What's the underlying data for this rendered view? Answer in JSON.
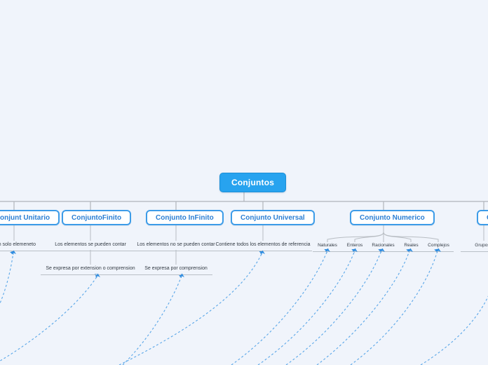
{
  "app": {
    "background_color": "#f0f4fb",
    "accent_color": "#27a3ef",
    "node_border_color": "#3d9ce8",
    "node_text_color": "#2b7fd4",
    "connector_color": "#b0b5bb",
    "relation_color": "#3f9ae8"
  },
  "mindmap": {
    "root": {
      "label": "Conjuntos"
    },
    "branches": [
      {
        "label": "onjunt Unitario",
        "clipped": true,
        "leaf": "e un solo elemeneto",
        "children": []
      },
      {
        "label": "ConjuntoFinito",
        "clipped": false,
        "leaf": "Los elementos se pueden contar",
        "children": [
          {
            "label": "Se expresa por extension o comprension"
          }
        ]
      },
      {
        "label": "Conjunto InFinito",
        "clipped": false,
        "leaf": "Los elementos no se pueden contar",
        "children": [
          {
            "label": "Se expresa por comprension"
          }
        ]
      },
      {
        "label": "Conjunto Universal",
        "clipped": false,
        "leaf": "Contiene todos los elementos de referencia",
        "children": []
      },
      {
        "label": "Conjunto Numerico",
        "clipped": false,
        "leaf": "",
        "children": [
          {
            "label": "Naturales"
          },
          {
            "label": "Enteros"
          },
          {
            "label": "Racionales"
          },
          {
            "label": "Reales"
          },
          {
            "label": "Complejos"
          }
        ]
      },
      {
        "label": "C",
        "clipped": true,
        "leaf": "Grupos que p",
        "children": []
      }
    ]
  },
  "icons": {
    "collapse": "chevron-up-icon"
  }
}
